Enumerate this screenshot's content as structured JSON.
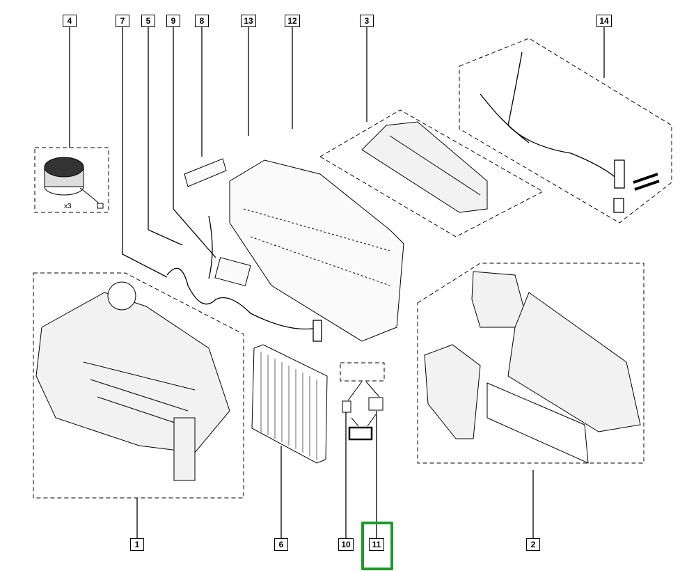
{
  "diagram": {
    "callouts": [
      {
        "id": "4",
        "label": "4"
      },
      {
        "id": "7",
        "label": "7"
      },
      {
        "id": "5",
        "label": "5"
      },
      {
        "id": "9",
        "label": "9"
      },
      {
        "id": "8",
        "label": "8"
      },
      {
        "id": "13",
        "label": "13"
      },
      {
        "id": "12",
        "label": "12"
      },
      {
        "id": "3",
        "label": "3"
      },
      {
        "id": "14",
        "label": "14"
      },
      {
        "id": "1",
        "label": "1"
      },
      {
        "id": "6",
        "label": "6"
      },
      {
        "id": "10",
        "label": "10"
      },
      {
        "id": "11",
        "label": "11"
      },
      {
        "id": "2",
        "label": "2"
      }
    ],
    "highlighted_callout": "11",
    "highlight_color": "#1e9a2a",
    "blower_quantity_note": "x3"
  }
}
